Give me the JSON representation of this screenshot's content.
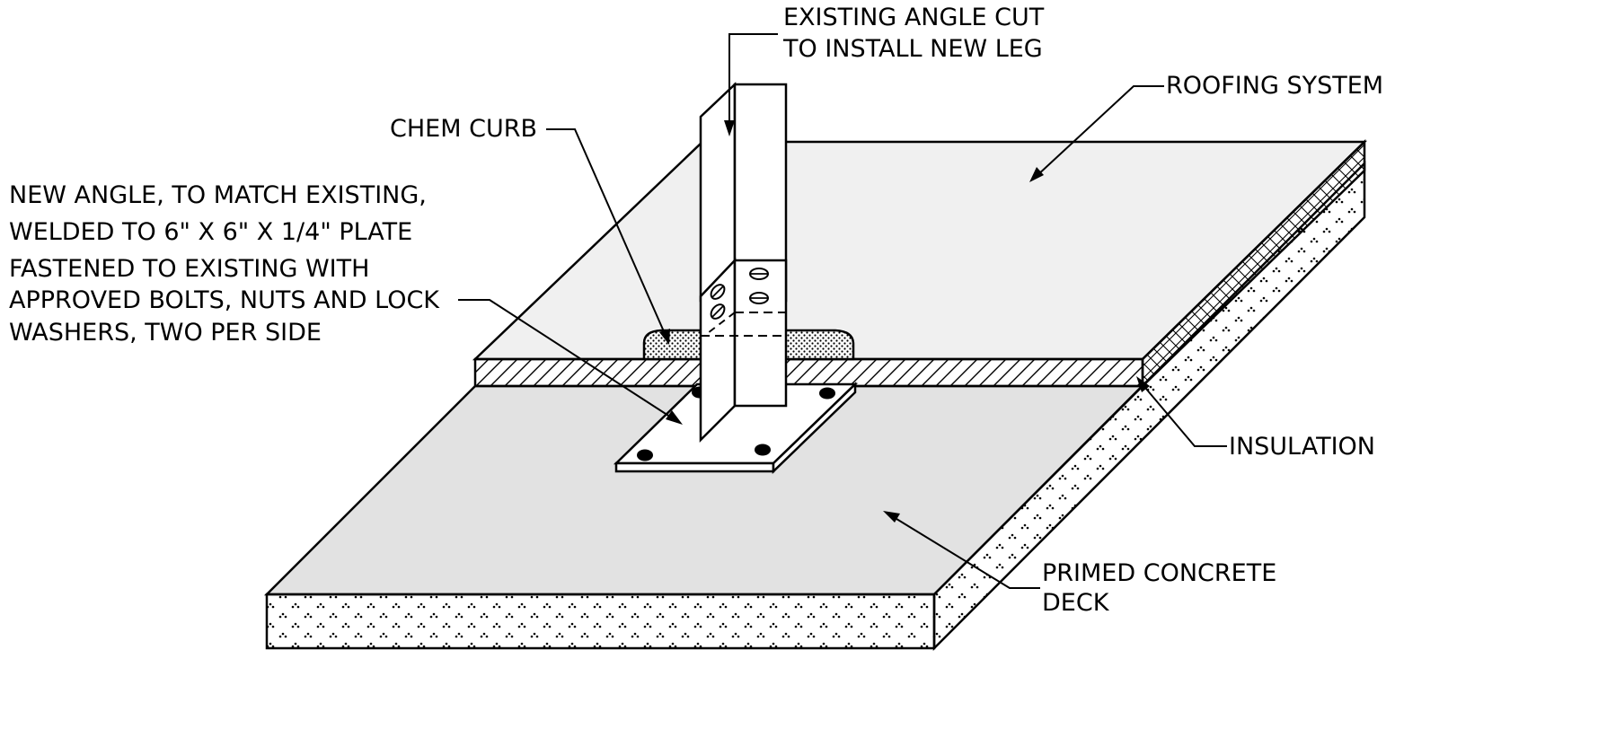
{
  "labels": {
    "existing_angle": [
      "EXISTING ANGLE CUT",
      "TO INSTALL NEW LEG"
    ],
    "roofing_system": "ROOFING SYSTEM",
    "chem_curb": "CHEM CURB",
    "new_angle": [
      "NEW ANGLE, TO MATCH EXISTING,",
      "WELDED TO 6\" X 6\" X 1/4\" PLATE",
      "FASTENED TO EXISTING WITH",
      "APPROVED BOLTS, NUTS AND LOCK",
      "WASHERS, TWO PER SIDE"
    ],
    "insulation": "INSULATION",
    "concrete_deck": [
      "PRIMED CONCRETE",
      "DECK"
    ]
  },
  "colors": {
    "line": "#000000",
    "roof_fill": "#f0f0f0",
    "deck_fill": "#e2e2e2",
    "steel_fill": "#ffffff",
    "background": "#ffffff"
  }
}
